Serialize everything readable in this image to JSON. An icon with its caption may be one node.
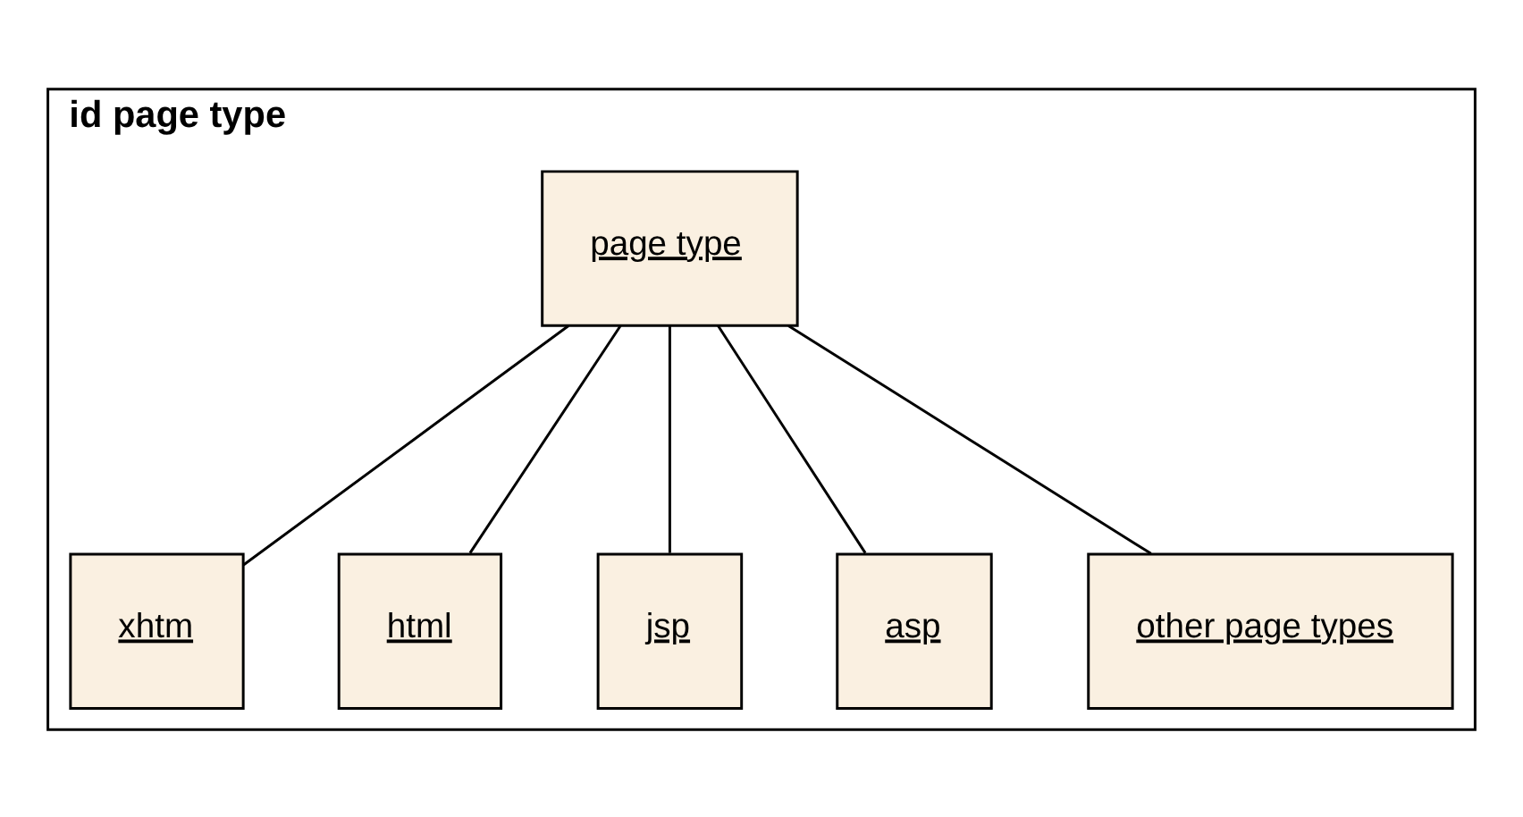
{
  "diagram": {
    "nodes": [
      {
        "text": [
          "id page type"
        ]
      },
      {
        "text": [
          "page type"
        ],
        "in": 0
      },
      {
        "text": [
          "xhtm"
        ],
        "in": 0
      },
      {
        "text": [
          "html"
        ],
        "in": 0
      },
      {
        "text": [
          "jsp"
        ],
        "in": 0
      },
      {
        "text": [
          "asp"
        ],
        "in": 0
      },
      {
        "text": [
          "other page types"
        ],
        "in": 0
      }
    ],
    "edges": [
      {
        "from": 1,
        "to": 2,
        "arrow": "none"
      },
      {
        "from": 1,
        "to": 3,
        "arrow": "none"
      },
      {
        "from": 1,
        "to": 4,
        "arrow": "none"
      },
      {
        "from": 1,
        "to": 5,
        "arrow": "none"
      },
      {
        "from": 1,
        "to": 6,
        "arrow": "none"
      }
    ]
  }
}
